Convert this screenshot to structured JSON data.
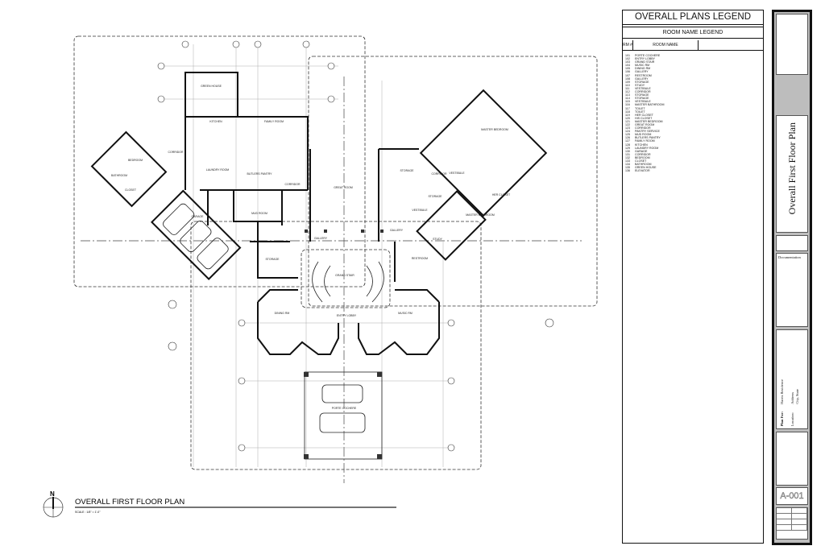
{
  "plan": {
    "title": "OVERALL FIRST FLOOR PLAN",
    "scale": "SCALE : 1/8\" = 1'-0\"",
    "north": "N",
    "labels": [
      "GREEN HOUSE",
      "KITCHEN",
      "FAMILY ROOM",
      "BEDROOM",
      "BATHROOM",
      "CLOSET",
      "CORRIDOR",
      "LAUNDRY ROOM",
      "BUTLERS PANTRY",
      "CORRIDOR",
      "MUD ROOM",
      "GREAT ROOM",
      "GARAGE",
      "STORAGE",
      "GALLERY",
      "GALLERY",
      "GRAND STAIR",
      "DINING RM",
      "MUSIC RM",
      "ENTRY LOBBY",
      "PORTE COCHERE",
      "MASTER BEDROOM",
      "VESTIBULE",
      "STORAGE",
      "HER CLOSET",
      "MASTER BATHROOM",
      "STUDY",
      "VESTIBULE",
      "CORRIDOR",
      "STORAGE",
      "RESTROOM"
    ]
  },
  "legend": {
    "title": "OVERALL PLANS LEGEND",
    "subtitle": "ROOM NAME LEGEND",
    "col_num": "RM #",
    "col_name": "ROOM NAME",
    "rooms": [
      [
        "101",
        "PORTE COCHERE"
      ],
      [
        "102",
        "ENTRY LOBBY"
      ],
      [
        "103",
        "GRAND STAIR"
      ],
      [
        "104",
        "MUSIC RM"
      ],
      [
        "105",
        "DINING RM"
      ],
      [
        "106",
        "GALLERY"
      ],
      [
        "107",
        "RESTROOM"
      ],
      [
        "108",
        "GALLERY"
      ],
      [
        "109",
        "STORAGE"
      ],
      [
        "110",
        "STUDY"
      ],
      [
        "111",
        "VESTIBULE"
      ],
      [
        "112",
        "CORRIDOR"
      ],
      [
        "113",
        "STORAGE"
      ],
      [
        "114",
        "STORAGE"
      ],
      [
        "115",
        "VESTIBULE"
      ],
      [
        "116",
        "MASTER BATHROOM"
      ],
      [
        "117",
        "TOILET"
      ],
      [
        "118",
        "TOILET"
      ],
      [
        "119",
        "HER CLOSET"
      ],
      [
        "120",
        "HIS CLOSET"
      ],
      [
        "121",
        "MASTER BEDROOM"
      ],
      [
        "122",
        "GREAT ROOM"
      ],
      [
        "123",
        "CORRIDOR"
      ],
      [
        "124",
        "PANTRY SERVICE"
      ],
      [
        "125",
        "MUD ROOM"
      ],
      [
        "126",
        "BUTLERS PANTRY"
      ],
      [
        "127",
        "FAMILY ROOM"
      ],
      [
        "128",
        "KITCHEN"
      ],
      [
        "129",
        "LAUNDRY ROOM"
      ],
      [
        "130",
        "GARAGE"
      ],
      [
        "131",
        "CORRIDOR"
      ],
      [
        "132",
        "BEDROOM"
      ],
      [
        "133",
        "CLOSET"
      ],
      [
        "134",
        "BATHROOM"
      ],
      [
        "135",
        "GREEN HOUSE"
      ],
      [
        "136",
        "ELEVATOR"
      ]
    ]
  },
  "titleblock": {
    "sheet_title": "Overall First Floor Plan",
    "documentation": "Documentation",
    "plan_for_label": "Plan For:",
    "plan_for": "Harris Residence",
    "location_label": "Location:",
    "address": "Address",
    "city": "City, State",
    "sheet_number": "A-001"
  }
}
